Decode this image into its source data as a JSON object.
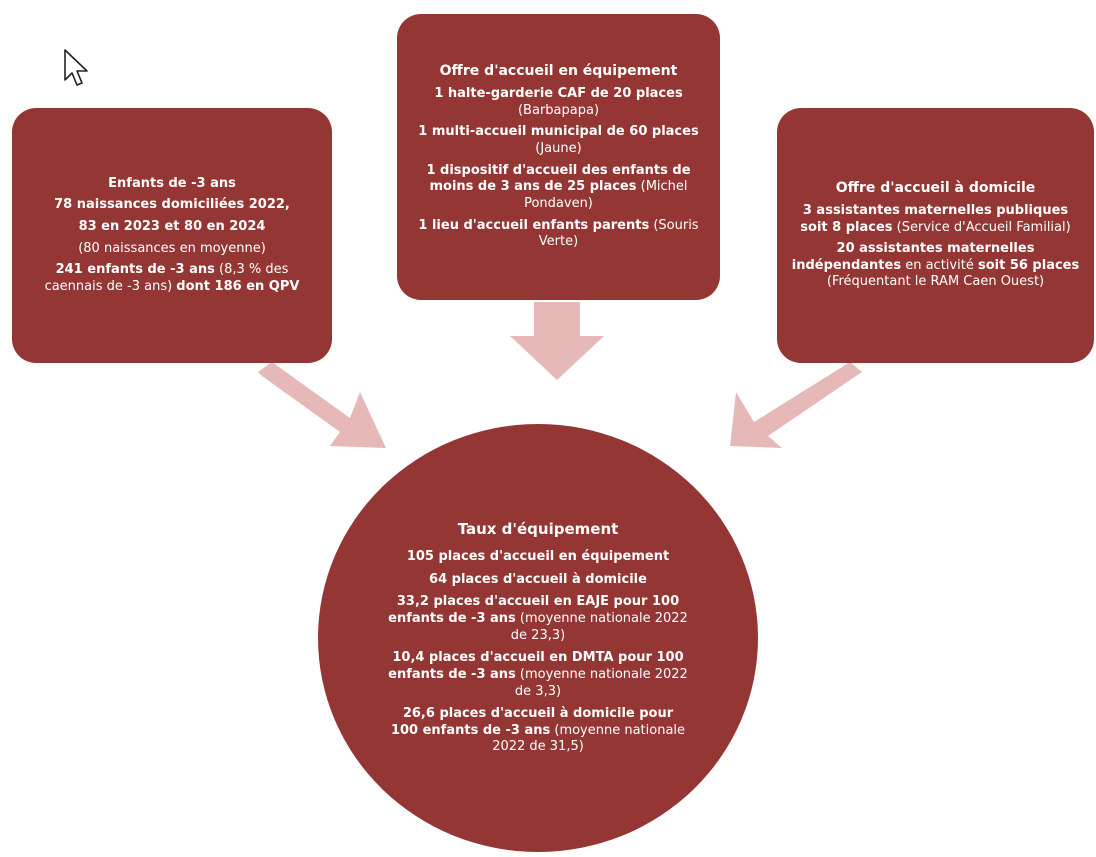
{
  "colors": {
    "box_fill": "#943634",
    "arrow_fill": "#E6B9B8",
    "text": "#FFFFFF"
  },
  "cursor_icon": "mouse-pointer-icon",
  "left_box": {
    "title": "Enfants de -3 ans",
    "line1": "78 naissances domiciliées 2022,",
    "line2": "83 en 2023 et 80 en 2024",
    "line3": "(80 naissances en moyenne)",
    "line4_bold1": "241 enfants de -3 ans",
    "line4_normal": " (8,3 % des caennais de -3 ans) ",
    "line4_bold2": "dont 186 en QPV"
  },
  "center_box": {
    "title": "Offre d'accueil en équipement",
    "item1_bold": "1 halte-garderie CAF de 20 places",
    "item1_normal": " (Barbapapa)",
    "item2_bold": "1 multi-accueil municipal de 60 places",
    "item2_normal": " (Jaune)",
    "item3_bold": "1 dispositif d'accueil des enfants de moins de 3 ans de 25 places",
    "item3_normal": " (Michel Pondaven)",
    "item4_bold": "1 lieu d'accueil enfants parents",
    "item4_normal": " (Souris Verte)"
  },
  "right_box": {
    "title": "Offre d'accueil à domicile",
    "item1_bold": "3 assistantes maternelles publiques soit 8 places",
    "item1_normal": " (Service d'Accueil Familial)",
    "item2_bold": "20 assistantes maternelles indépendantes",
    "item2_normal": " en activité ",
    "item2_bold2": "soit 56 places",
    "item2_normal2": " (Fréquentant le RAM Caen Ouest)"
  },
  "circle": {
    "title": "Taux d'équipement",
    "line1": "105 places d'accueil en équipement",
    "line2": "64 places d'accueil à domicile",
    "line3_bold": "33,2 places d'accueil en EAJE pour 100 enfants de -3 ans",
    "line3_normal": " (moyenne nationale 2022 de 23,3)",
    "line4_bold": "10,4 places d'accueil en DMTA pour 100 enfants de -3 ans",
    "line4_normal": " (moyenne nationale 2022 de 3,3)",
    "line5_bold": "26,6 places d'accueil à domicile pour 100 enfants de -3 ans",
    "line5_normal": " (moyenne nationale 2022 de 31,5)"
  }
}
